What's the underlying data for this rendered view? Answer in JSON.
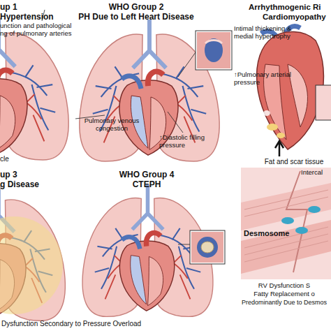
{
  "diagram": {
    "nodes": [
      {
        "text": [
          "Intercal",
          "Desmosome"
        ]
      }
    ],
    "labels": [
      "up 1",
      "Hypertension",
      "WHO Group 2",
      "PH Due to Left Heart Disease",
      "Arrhythmogenic Ri",
      "Cardiomyopathy",
      "unction and pathological",
      "ng of pulmonary arteries",
      "Intimal thickening & medial hypertrophy",
      "↑Pulmonary arterial pressure",
      "Pulmonary venous congestion",
      "↑Diastolic filling pressure",
      "cle",
      "Fat and scar tissue",
      "up 3",
      "g Disease",
      "WHO Group 4",
      "CTEPH",
      "Dysfunction Secondary to Pressure Overload",
      "RV Dysfunction S",
      "Fatty Replacement o",
      "Predominantly Due to Desmos"
    ]
  }
}
